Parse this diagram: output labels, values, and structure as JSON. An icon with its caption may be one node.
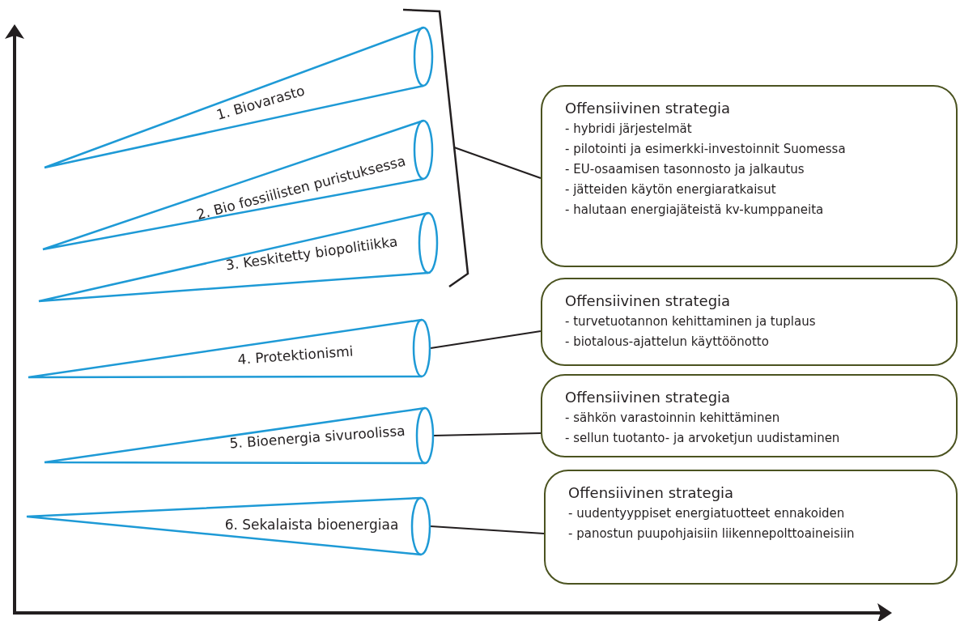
{
  "diagram": {
    "nodes": [
      {
        "text": [
          "1. Biovarasto"
        ]
      },
      {
        "text": [
          "2. Bio fossiilisten puristuksessa"
        ]
      },
      {
        "text": [
          "3. Keskitetty biopolitiikka"
        ]
      },
      {
        "text": [
          "4. Protektionismi"
        ]
      },
      {
        "text": [
          "5. Bioenergia sivuroolissa"
        ]
      },
      {
        "text": [
          "6. Sekalaista bioenergiaa"
        ]
      },
      {
        "text": [],
        "shape": "bracket"
      },
      {
        "text": [
          "Offensiivinen strategia",
          "- hybridi järjestelmät",
          "- pilotointi ja esimerkki-investoinnit Suomessa",
          "- EU-osaamisen tasonnosto ja jalkautus",
          "- jätteiden käytön energiaratkaisut",
          "- halutaan energiajäteistä kv-kumppaneita"
        ]
      },
      {
        "text": [
          "Offensiivinen strategia",
          "- turvetuotannon kehittaminen ja tuplaus",
          "- biotalous-ajattelun käyttöönotto"
        ]
      },
      {
        "text": [
          "Offensiivinen strategia",
          "- sähkön varastoinnin kehittäminen",
          "- sellun tuotanto- ja arvoketjun uudistaminen"
        ]
      },
      {
        "text": [
          "Offensiivinen strategia",
          "- uudentyyppiset energiatuotteet ennakoiden",
          "- panostun puupohjaisiin liikennepolttoaineisiin"
        ]
      }
    ],
    "edges": [
      {
        "from": 6,
        "to": 7,
        "arrow": "none"
      },
      {
        "from": 3,
        "to": 8,
        "arrow": "none"
      },
      {
        "from": 4,
        "to": 9,
        "arrow": "none"
      },
      {
        "from": 5,
        "to": 10,
        "arrow": "none"
      }
    ]
  }
}
